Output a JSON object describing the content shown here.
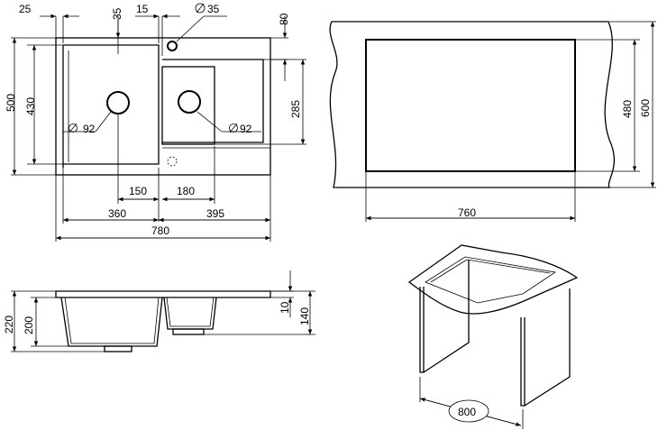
{
  "top_view": {
    "dim_left_edge": "25",
    "dim_main_hole_offset": "35",
    "dim_gap": "15",
    "dim_tap_hole": "35",
    "dim_tap_from_top": "80",
    "dim_total_height": "500",
    "dim_main_bowl_height": "430",
    "dim_small_bowl_height": "285",
    "dim_main_drain": "92",
    "dim_small_drain": "92",
    "dim_drain_to_divider": "150",
    "dim_small_drain_offset": "180",
    "dim_main_width": "360",
    "dim_small_width": "395",
    "dim_total_width": "780"
  },
  "cutout_view": {
    "dim_cutout_width": "760",
    "dim_cutout_height": "480",
    "dim_cabinet_depth": "600"
  },
  "side_view": {
    "dim_total_depth": "220",
    "dim_bowl_depth": "200",
    "dim_rim": "10",
    "dim_small_bowl_depth": "140"
  },
  "cabinet_view": {
    "dim_cabinet_width": "800"
  }
}
